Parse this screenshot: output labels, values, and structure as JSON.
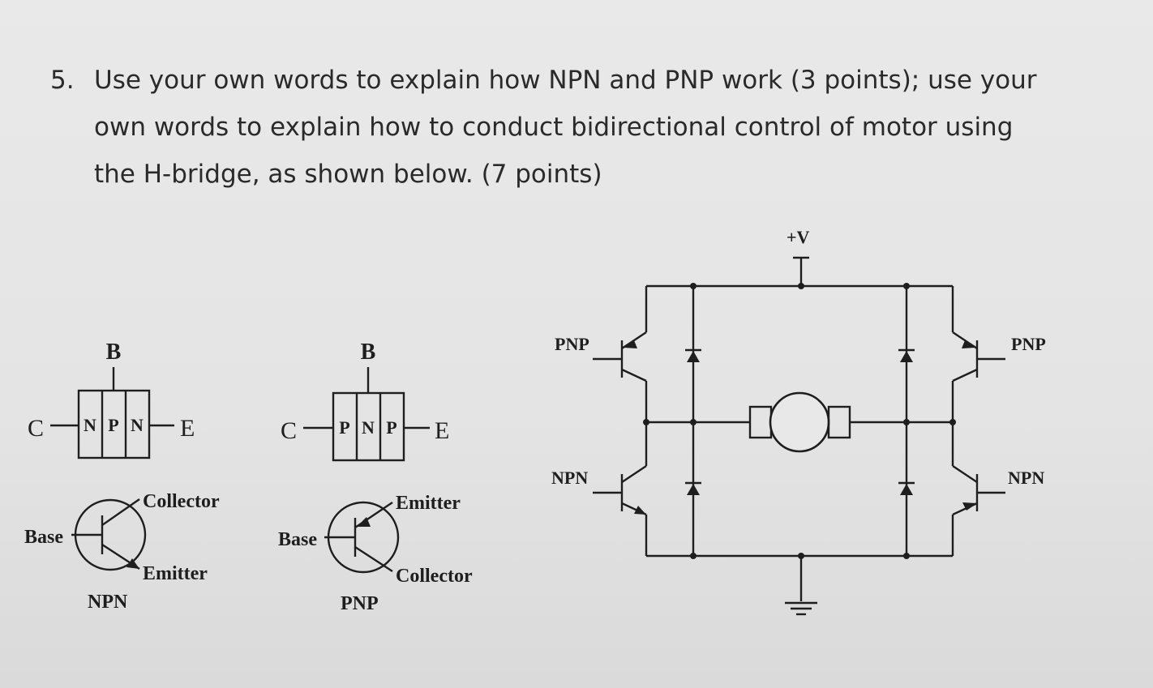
{
  "question": {
    "number": "5.",
    "lines": [
      "Use your own words to explain how NPN and PNP work (3 points); use your",
      "own words to explain how to conduct bidirectional control of motor using",
      "the H-bridge, as shown below. (7 points)"
    ]
  },
  "npn_block": {
    "base": "B",
    "collector": "C",
    "emitter": "E",
    "layers": [
      "N",
      "P",
      "N"
    ]
  },
  "pnp_block": {
    "base": "B",
    "collector": "C",
    "emitter": "E",
    "layers": [
      "P",
      "N",
      "P"
    ]
  },
  "npn_symbol": {
    "top_label": "Collector",
    "bottom_label": "Emitter",
    "base_label": "Base",
    "name": "NPN"
  },
  "pnp_symbol": {
    "top_label": "Emitter",
    "bottom_label": "Collector",
    "base_label": "Base",
    "name": "PNP"
  },
  "h_bridge": {
    "supply": "+V",
    "top_left": "PNP",
    "top_right": "PNP",
    "bottom_left": "NPN",
    "bottom_right": "NPN"
  }
}
